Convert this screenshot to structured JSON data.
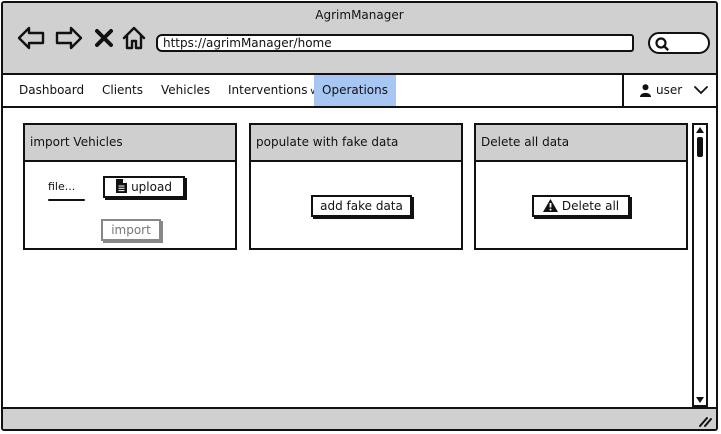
{
  "window": {
    "title": "AgrimManager"
  },
  "browser": {
    "url": "https://agrimManager/home",
    "icons": [
      "back-arrow-icon",
      "forward-arrow-icon",
      "close-x-icon",
      "home-icon",
      "search-icon"
    ]
  },
  "menu": {
    "items": [
      {
        "label": "Dashboard"
      },
      {
        "label": "Clients"
      },
      {
        "label": "Vehicles"
      },
      {
        "label": "Interventions",
        "has_dropdown": true
      },
      {
        "label": "Operations",
        "active": true
      }
    ],
    "user_label": "user",
    "active_color": "#a8c6f2"
  },
  "panels": {
    "import": {
      "title": "import Vehicles",
      "file_label": "file...",
      "upload_label": "upload",
      "import_label": "import"
    },
    "fake": {
      "title": "populate with fake data",
      "button_label": "add fake data"
    },
    "delete": {
      "title": "Delete all data",
      "button_label": "Delete all"
    }
  }
}
